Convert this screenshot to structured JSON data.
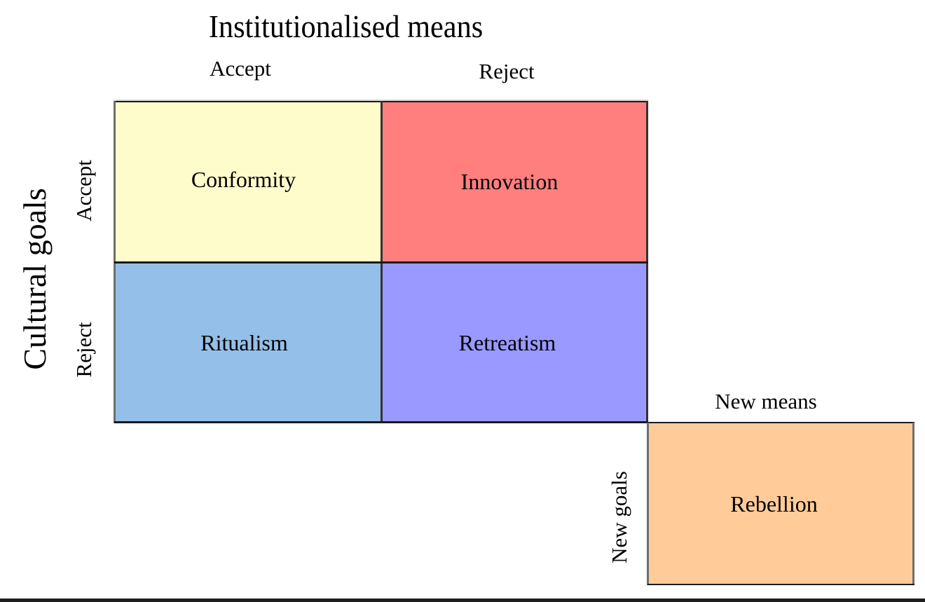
{
  "diagram": {
    "title": "Institutionalised means",
    "y_axis_title": "Cultural goals",
    "columns": [
      {
        "label": "Accept"
      },
      {
        "label": "Reject"
      }
    ],
    "rows": [
      {
        "label": "Accept"
      },
      {
        "label": "Reject"
      }
    ],
    "cells": [
      {
        "label": "Conformity",
        "color": "#fffccc"
      },
      {
        "label": "Innovation",
        "color": "#ff7f7f"
      },
      {
        "label": "Ritualism",
        "color": "#94bfe8"
      },
      {
        "label": "Retreatism",
        "color": "#9999ff"
      }
    ],
    "extra": {
      "column_label": "New means",
      "row_label": "New goals",
      "cell": {
        "label": "Rebellion",
        "color": "#ffcc99"
      }
    }
  }
}
